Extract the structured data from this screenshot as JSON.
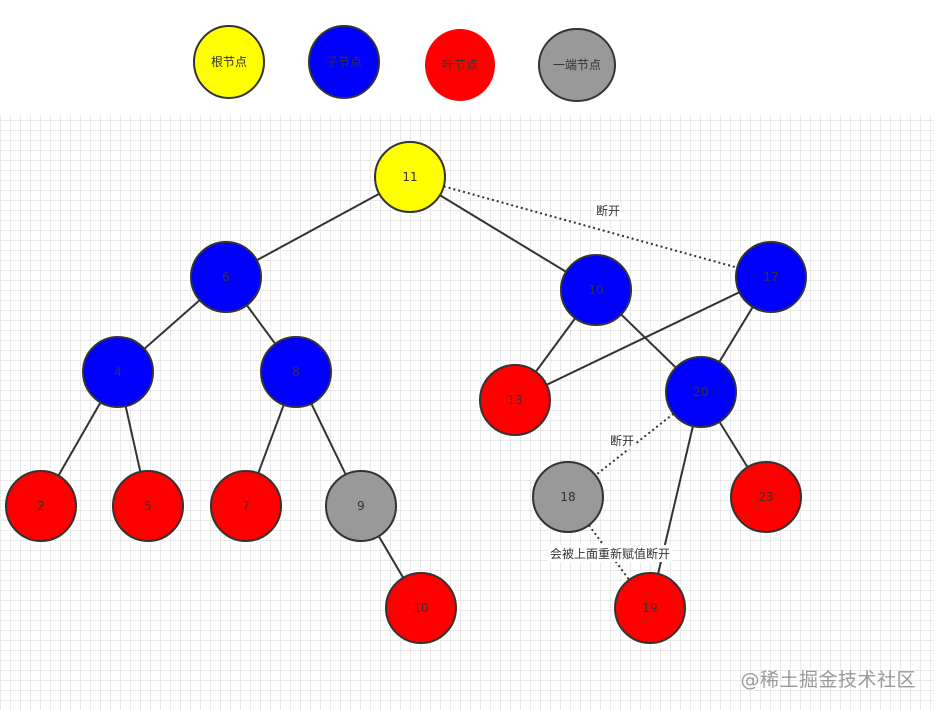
{
  "colors": {
    "root": "#ffff00",
    "child": "#0000ff",
    "leaf": "#ff0000",
    "broken": "#999999",
    "stroke": "#333333"
  },
  "legend": [
    {
      "id": "root",
      "label": "根节点"
    },
    {
      "id": "child",
      "label": "子节点"
    },
    {
      "id": "leaf",
      "label": "叶节点"
    },
    {
      "id": "broken",
      "label": "一端节点"
    }
  ],
  "nodes": [
    {
      "id": "n11",
      "label": "11",
      "kind": "root"
    },
    {
      "id": "n6",
      "label": "6",
      "kind": "child"
    },
    {
      "id": "n10a",
      "label": "10",
      "kind": "child"
    },
    {
      "id": "n17",
      "label": "17",
      "kind": "child"
    },
    {
      "id": "n4",
      "label": "4",
      "kind": "child"
    },
    {
      "id": "n8",
      "label": "8",
      "kind": "child"
    },
    {
      "id": "n13",
      "label": "13",
      "kind": "leaf"
    },
    {
      "id": "n20",
      "label": "20",
      "kind": "child"
    },
    {
      "id": "n2",
      "label": "2",
      "kind": "leaf"
    },
    {
      "id": "n5",
      "label": "5",
      "kind": "leaf"
    },
    {
      "id": "n7",
      "label": "7",
      "kind": "leaf"
    },
    {
      "id": "n9",
      "label": "9",
      "kind": "broken"
    },
    {
      "id": "n18",
      "label": "18",
      "kind": "broken"
    },
    {
      "id": "n23",
      "label": "23",
      "kind": "leaf"
    },
    {
      "id": "n10b",
      "label": "10",
      "kind": "leaf"
    },
    {
      "id": "n19",
      "label": "19",
      "kind": "leaf"
    }
  ],
  "edges": [
    {
      "from": "n11",
      "to": "n6",
      "style": "solid"
    },
    {
      "from": "n11",
      "to": "n10a",
      "style": "solid"
    },
    {
      "from": "n11",
      "to": "n17",
      "style": "dotted",
      "label": "断开"
    },
    {
      "from": "n6",
      "to": "n4",
      "style": "solid"
    },
    {
      "from": "n6",
      "to": "n8",
      "style": "solid"
    },
    {
      "from": "n10a",
      "to": "n13",
      "style": "solid"
    },
    {
      "from": "n10a",
      "to": "n20",
      "style": "solid"
    },
    {
      "from": "n17",
      "to": "n13",
      "style": "solid"
    },
    {
      "from": "n17",
      "to": "n20",
      "style": "solid"
    },
    {
      "from": "n4",
      "to": "n2",
      "style": "solid"
    },
    {
      "from": "n4",
      "to": "n5",
      "style": "solid"
    },
    {
      "from": "n8",
      "to": "n7",
      "style": "solid"
    },
    {
      "from": "n8",
      "to": "n9",
      "style": "solid"
    },
    {
      "from": "n9",
      "to": "n10b",
      "style": "solid"
    },
    {
      "from": "n20",
      "to": "n18",
      "style": "dotted",
      "label": "断开"
    },
    {
      "from": "n20",
      "to": "n23",
      "style": "solid"
    },
    {
      "from": "n20",
      "to": "n19",
      "style": "solid"
    },
    {
      "from": "n18",
      "to": "n19",
      "style": "dotted",
      "label": "会被上面重新赋值断开"
    }
  ],
  "watermark": "@稀土掘金技术社区"
}
